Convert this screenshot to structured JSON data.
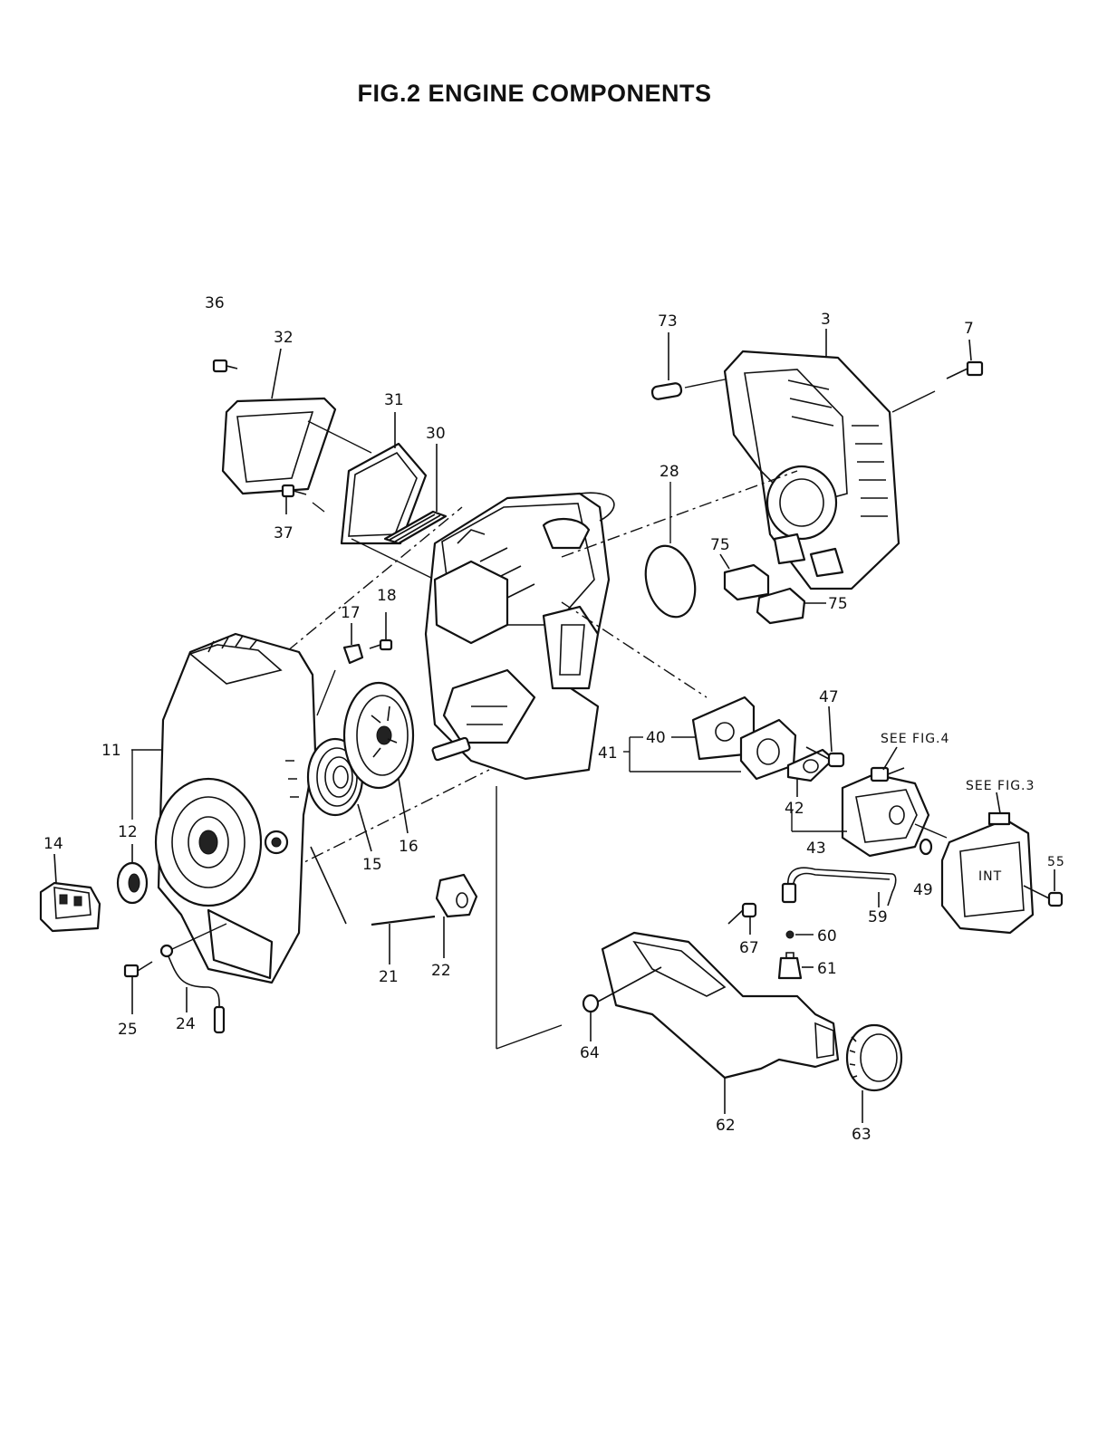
{
  "title": "FIG.2 ENGINE COMPONENTS",
  "references": {
    "fig4": "SEE FIG.4",
    "fig3": "SEE FIG.3",
    "int_marking": "INT"
  },
  "callouts": {
    "c3": "3",
    "c7": "7",
    "c11": "11",
    "c12": "12",
    "c14": "14",
    "c15": "15",
    "c16": "16",
    "c17": "17",
    "c18": "18",
    "c21": "21",
    "c22": "22",
    "c24": "24",
    "c25": "25",
    "c28": "28",
    "c30": "30",
    "c31": "31",
    "c32": "32",
    "c36": "36",
    "c37": "37",
    "c40": "40",
    "c41": "41",
    "c42": "42",
    "c43": "43",
    "c47": "47",
    "c49": "49",
    "c55": "55",
    "c59": "59",
    "c60": "60",
    "c61": "61",
    "c62": "62",
    "c63": "63",
    "c64": "64",
    "c67": "67",
    "c73": "73",
    "c75a": "75",
    "c75b": "75"
  }
}
